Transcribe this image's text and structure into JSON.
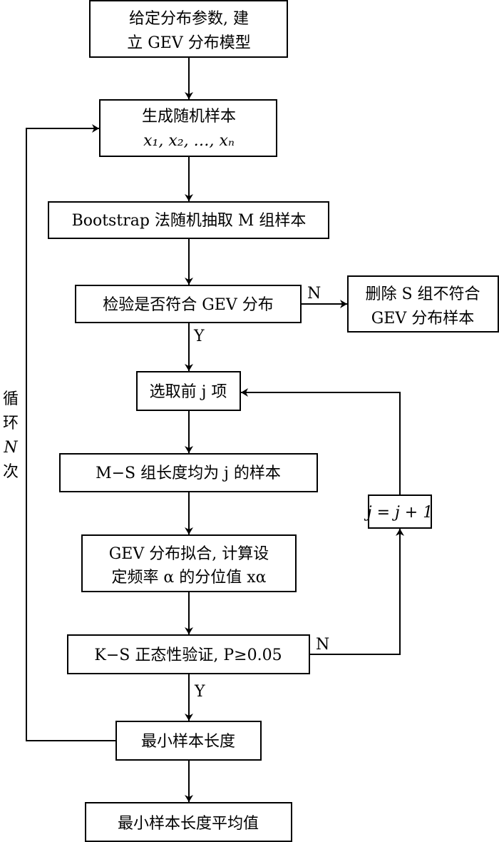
{
  "nodes": {
    "model": [
      "给定分布参数, 建",
      "立 GEV 分布模型"
    ],
    "generate": [
      "生成随机样本",
      "x₁, x₂, …, xₙ"
    ],
    "bootstrap": "Bootstrap 法随机抽取 M 组样本",
    "check": "检验是否符合 GEV 分布",
    "delete": [
      "删除 S 组不符合",
      "GEV 分布样本"
    ],
    "select": "选取前 j 项",
    "samples": "M−S 组长度均为 j 的样本",
    "fit": [
      "GEV 分布拟合, 计算设",
      "定频率 α 的分位值 xα"
    ],
    "ks": "K−S 正态性验证, P≥0.05",
    "increment": "j = j + 1",
    "min_length": "最小样本长度",
    "avg": "最小样本长度平均值"
  },
  "labels": {
    "check_no": "N",
    "check_yes": "Y",
    "ks_no": "N",
    "ks_yes": "Y",
    "loop": [
      "循",
      "环",
      "N",
      "次"
    ]
  }
}
